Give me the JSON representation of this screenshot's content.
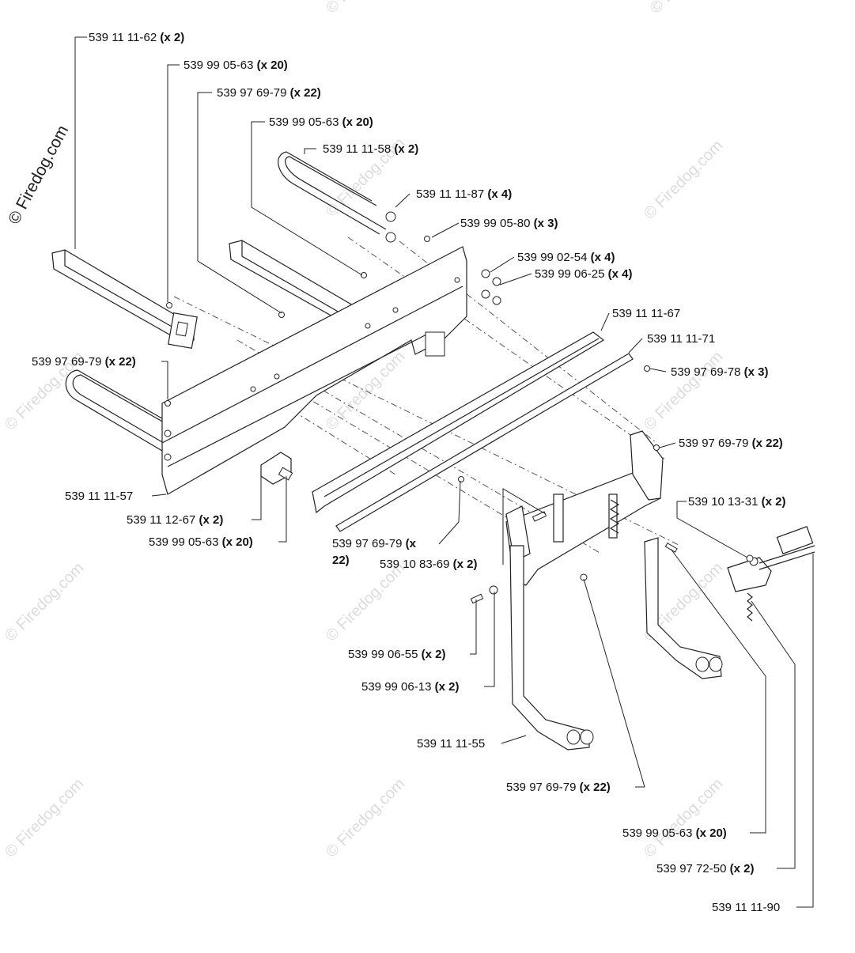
{
  "watermark": {
    "main_text": "© Firedog.com",
    "repeat_text": "© Firedog.com"
  },
  "callouts": [
    {
      "id": "c1",
      "part": "539 11 11-62",
      "qty": "(x 2)"
    },
    {
      "id": "c2",
      "part": "539 99 05-63",
      "qty": "(x 20)"
    },
    {
      "id": "c3",
      "part": "539 97 69-79",
      "qty": "(x 22)"
    },
    {
      "id": "c4",
      "part": "539 99 05-63",
      "qty": "(x 20)"
    },
    {
      "id": "c5",
      "part": "539 11 11-58",
      "qty": "(x 2)"
    },
    {
      "id": "c6",
      "part": "539 11 11-87",
      "qty": "(x 4)"
    },
    {
      "id": "c7",
      "part": "539 99 05-80",
      "qty": "(x 3)"
    },
    {
      "id": "c8",
      "part": "539 99 02-54",
      "qty": "(x 4)"
    },
    {
      "id": "c9",
      "part": "539 99 06-25",
      "qty": "(x 4)"
    },
    {
      "id": "c10",
      "part": "539 11 11-67",
      "qty": ""
    },
    {
      "id": "c11",
      "part": "539 11 11-71",
      "qty": ""
    },
    {
      "id": "c12",
      "part": "539 97 69-78",
      "qty": "(x 3)"
    },
    {
      "id": "c13",
      "part": "539 97 69-79",
      "qty": "(x 22)"
    },
    {
      "id": "c14",
      "part": "539 97 69-79",
      "qty": "(x 22)"
    },
    {
      "id": "c15",
      "part": "539 11 11-57",
      "qty": ""
    },
    {
      "id": "c16",
      "part": "539 11 12-67",
      "qty": "(x 2)"
    },
    {
      "id": "c17",
      "part": "539 99 05-63",
      "qty": "(x 20)"
    },
    {
      "id": "c18",
      "part": "539 97 69-79",
      "qty": "(x",
      "qty_cont": "22)"
    },
    {
      "id": "c19",
      "part": "539 10 83-69",
      "qty": "(x 2)"
    },
    {
      "id": "c20",
      "part": "539 10 13-31",
      "qty": "(x 2)"
    },
    {
      "id": "c21",
      "part": "539 99 06-55",
      "qty": "(x 2)"
    },
    {
      "id": "c22",
      "part": "539 99 06-13",
      "qty": "(x 2)"
    },
    {
      "id": "c23",
      "part": "539 11 11-55",
      "qty": ""
    },
    {
      "id": "c24",
      "part": "539 97 69-79",
      "qty": "(x 22)"
    },
    {
      "id": "c25",
      "part": "539 99 05-63",
      "qty": "(x 20)"
    },
    {
      "id": "c26",
      "part": "539 97 72-50",
      "qty": "(x 2)"
    },
    {
      "id": "c27",
      "part": "539 11 11-90",
      "qty": ""
    }
  ]
}
